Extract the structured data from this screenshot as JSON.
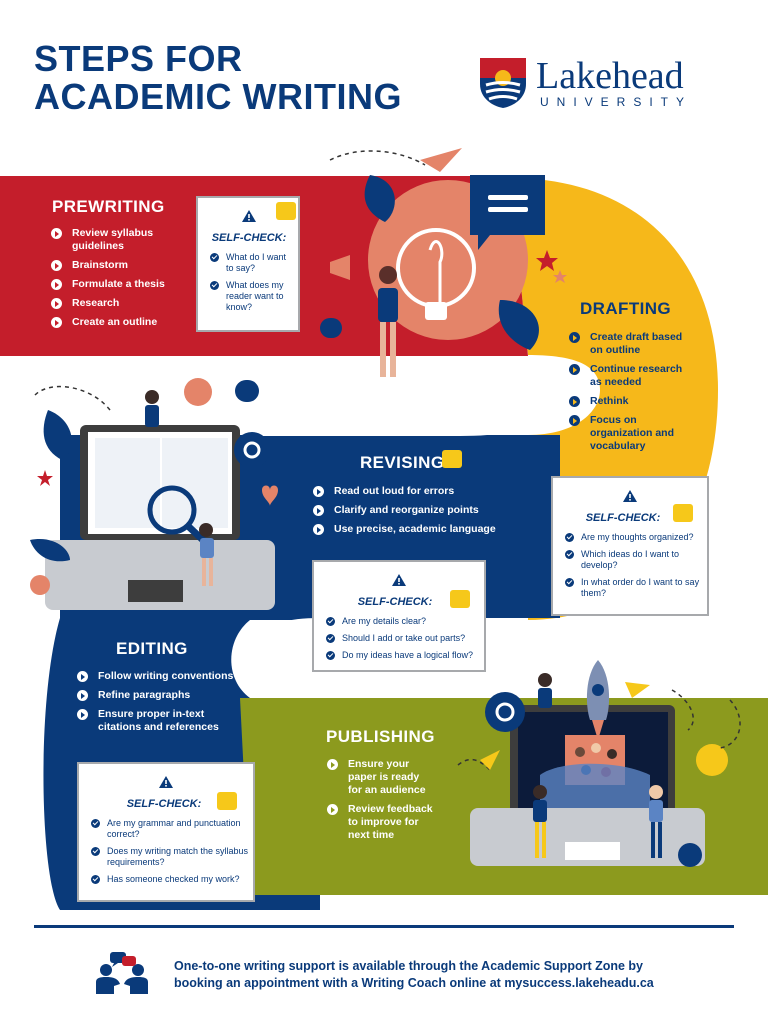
{
  "title": {
    "line1": "STEPS FOR",
    "line2": "ACADEMIC WRITING"
  },
  "logo": {
    "name": "Lakehead",
    "sub": "UNIVERSITY"
  },
  "prewriting": {
    "heading": "PREWRITING",
    "items": [
      "Review syllabus guidelines",
      "Brainstorm",
      "Formulate a thesis",
      "Research",
      "Create an outline"
    ],
    "selfcheck": {
      "title": "SELF-CHECK:",
      "items": [
        "What do I want to say?",
        "What does my reader want to know?"
      ]
    }
  },
  "drafting": {
    "heading": "DRAFTING",
    "items": [
      "Create draft based on outline",
      "Continue research as needed",
      "Rethink",
      "Focus on organization and vocabulary"
    ],
    "selfcheck": {
      "title": "SELF-CHECK:",
      "items": [
        "Are my thoughts organized?",
        "Which ideas do I want to develop?",
        "In what order do I want to say them?"
      ]
    }
  },
  "revising": {
    "heading": "REVISING",
    "items": [
      "Read out loud for errors",
      "Clarify and reorganize points",
      "Use precise, academic language"
    ],
    "selfcheck": {
      "title": "SELF-CHECK:",
      "items": [
        "Are my details clear?",
        "Should I add or take out parts?",
        "Do my ideas have a logical flow?"
      ]
    }
  },
  "editing": {
    "heading": "EDITING",
    "items": [
      "Follow writing conventions",
      "Refine paragraphs",
      "Ensure proper in-text citations and references"
    ],
    "selfcheck": {
      "title": "SELF-CHECK:",
      "items": [
        "Are my grammar and punctuation correct?",
        "Does my writing match the syllabus requirements?",
        "Has someone checked my work?"
      ]
    }
  },
  "publishing": {
    "heading": "PUBLISHING",
    "items": [
      "Ensure your paper is ready for an audience",
      "Review feedback to improve for next time"
    ]
  },
  "footer": {
    "line1": "One-to-one writing support is available through the Academic Support Zone by",
    "line2": "booking an appointment with a Writing Coach online at mysuccess.lakeheadu.ca"
  },
  "colors": {
    "navy": "#0a3a7a",
    "red": "#c41e2b",
    "yellow": "#f6b81a",
    "olive": "#8c9a1e",
    "grey": "#a7a9ac"
  },
  "icons": [
    "warning-icon",
    "chat-bubble-icon",
    "check-icon",
    "play-bullet-icon",
    "lightbulb-icon",
    "laptop-icon",
    "rocket-icon",
    "megaphone-icon",
    "paper-plane-icon",
    "gear-icon",
    "people-chat-icon"
  ]
}
